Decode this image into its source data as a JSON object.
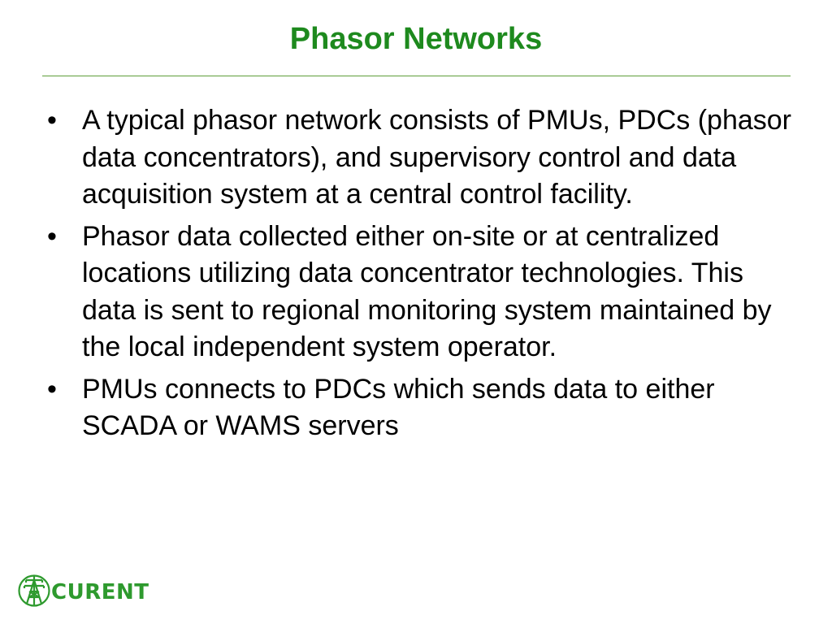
{
  "title": "Phasor Networks",
  "colors": {
    "title": "#1e8a1e",
    "rule": "#5e9e3a",
    "logo": "#2e9a2e",
    "body_text": "#000000"
  },
  "bullets": [
    {
      "marker": "•",
      "text": "A typical phasor network consists of PMUs, PDCs (phasor data concentrators), and supervisory control and data acquisition system at a central control facility."
    },
    {
      "marker": "•",
      "text": "Phasor data collected either on-site or at centralized locations utilizing data concentrator technologies. This data is sent to regional monitoring system maintained by the local independent system operator."
    },
    {
      "marker": "•",
      "text": "PMUs connects to PDCs which sends data to either SCADA or WAMS servers"
    }
  ],
  "logo": {
    "icon": "transmission-tower-globe-icon",
    "text": "CURENT"
  }
}
